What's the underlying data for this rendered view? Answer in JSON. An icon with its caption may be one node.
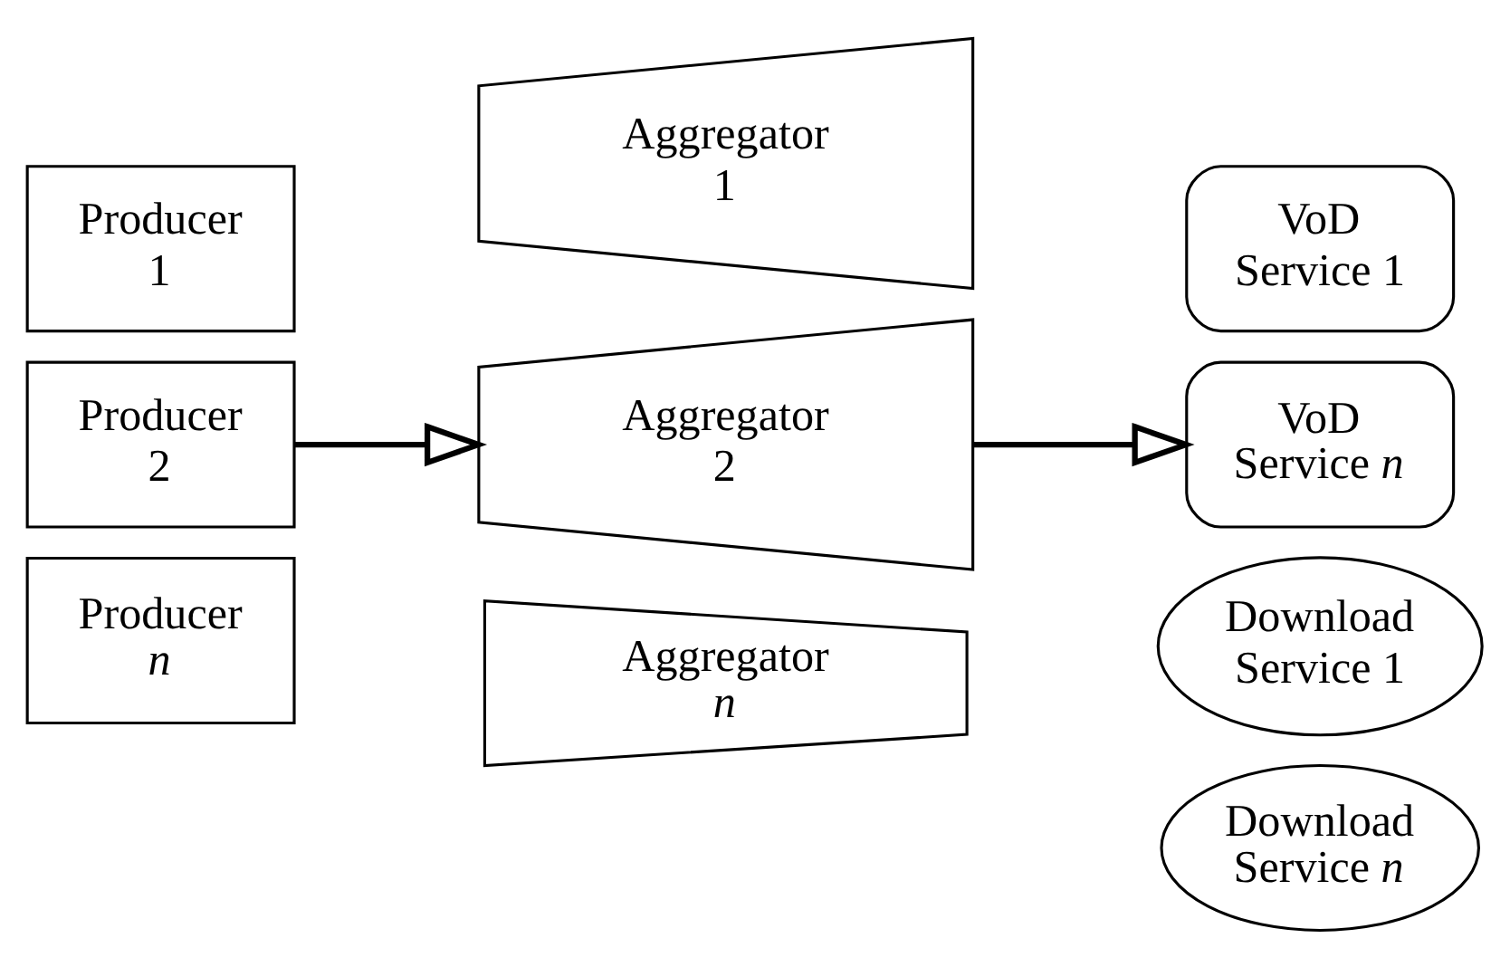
{
  "diagram": {
    "nodes": [
      {
        "text": [
          "Producer 1"
        ]
      },
      {
        "text": [
          "Producer 2"
        ]
      },
      {
        "text": [
          "Producer *n*"
        ]
      },
      {
        "text": [
          "Aggregator 1"
        ]
      },
      {
        "text": [
          "Aggregator 2"
        ]
      },
      {
        "text": [
          "Aggregator *n*"
        ]
      },
      {
        "text": [
          "VoD Service 1"
        ]
      },
      {
        "text": [
          "VoD Service *n*"
        ]
      },
      {
        "text": [
          "Download Service 1"
        ]
      },
      {
        "text": [
          "Download Service *n*"
        ]
      }
    ],
    "edges": [
      {
        "from": 1,
        "to": 4,
        "arrow": "to"
      },
      {
        "from": 4,
        "to": 7,
        "arrow": "to"
      }
    ]
  }
}
